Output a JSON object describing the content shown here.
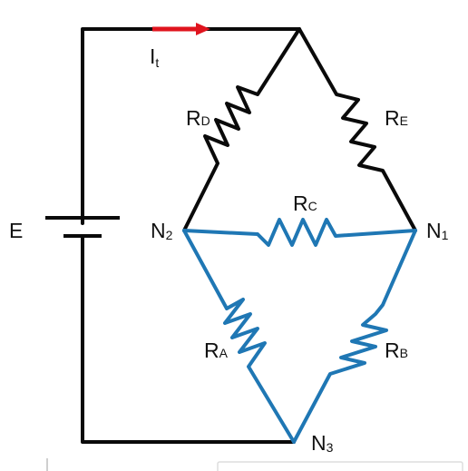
{
  "colors": {
    "wire_black": "#0a0a0a",
    "wire_blue": "#1f77b4",
    "arrow_red": "#e0141e",
    "text": "#111111",
    "edge_lines": "#d9d9d9"
  },
  "labels": {
    "current": {
      "main": "I",
      "sub": "t"
    },
    "source": "E",
    "rd": {
      "main": "R",
      "sub": "D"
    },
    "re": {
      "main": "R",
      "sub": "E"
    },
    "rc": {
      "main": "R",
      "sub": "C"
    },
    "ra": {
      "main": "R",
      "sub": "A"
    },
    "rb": {
      "main": "R",
      "sub": "B"
    },
    "n1": {
      "main": "N",
      "sub": "1"
    },
    "n2": {
      "main": "N",
      "sub": "2"
    },
    "n3": {
      "main": "N",
      "sub": "3"
    }
  }
}
